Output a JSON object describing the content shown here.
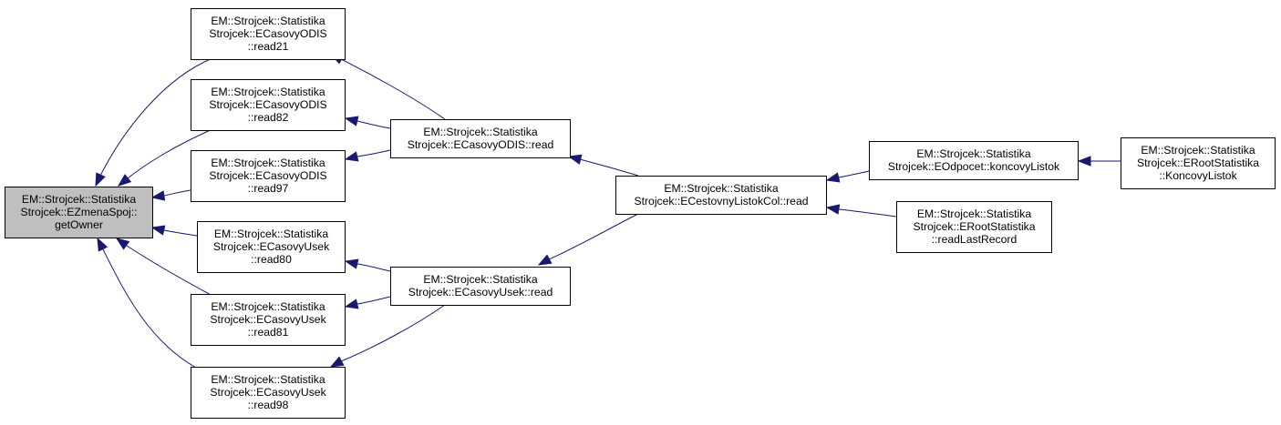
{
  "diagram": {
    "nodes": {
      "getOwner": {
        "lines": [
          "EM::Strojcek::Statistika",
          "Strojcek::EZmenaSpoj::",
          "getOwner"
        ],
        "highlighted": true
      },
      "odis_read21": {
        "lines": [
          "EM::Strojcek::Statistika",
          "Strojcek::ECasovyODIS",
          "::read21"
        ]
      },
      "odis_read82": {
        "lines": [
          "EM::Strojcek::Statistika",
          "Strojcek::ECasovyODIS",
          "::read82"
        ]
      },
      "odis_read97": {
        "lines": [
          "EM::Strojcek::Statistika",
          "Strojcek::ECasovyODIS",
          "::read97"
        ]
      },
      "usek_read80": {
        "lines": [
          "EM::Strojcek::Statistika",
          "Strojcek::ECasovyUsek",
          "::read80"
        ]
      },
      "usek_read81": {
        "lines": [
          "EM::Strojcek::Statistika",
          "Strojcek::ECasovyUsek",
          "::read81"
        ]
      },
      "usek_read98": {
        "lines": [
          "EM::Strojcek::Statistika",
          "Strojcek::ECasovyUsek",
          "::read98"
        ]
      },
      "odis_read": {
        "lines": [
          "EM::Strojcek::Statistika",
          "Strojcek::ECasovyODIS::read"
        ]
      },
      "usek_read": {
        "lines": [
          "EM::Strojcek::Statistika",
          "Strojcek::ECasovyUsek::read"
        ]
      },
      "cestovny_read": {
        "lines": [
          "EM::Strojcek::Statistika",
          "Strojcek::ECestovnyListokCol::read"
        ]
      },
      "odpocet_koncovy": {
        "lines": [
          "EM::Strojcek::Statistika",
          "Strojcek::EOdpocet::koncovyListok"
        ]
      },
      "root_readlast": {
        "lines": [
          "EM::Strojcek::Statistika",
          "Strojcek::ERootStatistika",
          "::readLastRecord"
        ]
      },
      "root_koncovy": {
        "lines": [
          "EM::Strojcek::Statistika",
          "Strojcek::ERootStatistika",
          "::KoncovyListok"
        ]
      }
    },
    "edges": [
      {
        "from": "odis_read21",
        "to": "getOwner"
      },
      {
        "from": "odis_read82",
        "to": "getOwner"
      },
      {
        "from": "odis_read97",
        "to": "getOwner"
      },
      {
        "from": "usek_read80",
        "to": "getOwner"
      },
      {
        "from": "usek_read81",
        "to": "getOwner"
      },
      {
        "from": "usek_read98",
        "to": "getOwner"
      },
      {
        "from": "odis_read",
        "to": "odis_read21"
      },
      {
        "from": "odis_read",
        "to": "odis_read82"
      },
      {
        "from": "odis_read",
        "to": "odis_read97"
      },
      {
        "from": "usek_read",
        "to": "usek_read80"
      },
      {
        "from": "usek_read",
        "to": "usek_read81"
      },
      {
        "from": "usek_read",
        "to": "usek_read98"
      },
      {
        "from": "cestovny_read",
        "to": "odis_read"
      },
      {
        "from": "cestovny_read",
        "to": "usek_read"
      },
      {
        "from": "odpocet_koncovy",
        "to": "cestovny_read"
      },
      {
        "from": "root_readlast",
        "to": "cestovny_read"
      },
      {
        "from": "root_koncovy",
        "to": "odpocet_koncovy"
      }
    ],
    "colors": {
      "edge": "#191970",
      "node_fill": "#ffffff",
      "root_fill": "#bfbfbf",
      "border": "#000000"
    }
  }
}
